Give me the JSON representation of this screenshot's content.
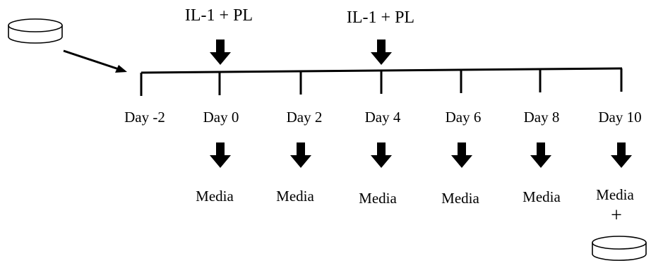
{
  "treatment": {
    "label": "IL-1 + PL",
    "days": [
      "Day 0",
      "Day 4"
    ]
  },
  "timeline": {
    "days": [
      "Day -2",
      "Day 0",
      "Day 2",
      "Day 4",
      "Day 6",
      "Day 8",
      "Day 10"
    ]
  },
  "media": {
    "label": "Media",
    "days": [
      "Day 0",
      "Day 2",
      "Day 4",
      "Day 6",
      "Day 8",
      "Day 10"
    ],
    "final_symbol": "+"
  },
  "icons": {
    "start": "culture-dish-icon",
    "end": "culture-dish-icon",
    "arrow": "down-arrow-icon"
  },
  "colors": {
    "line": "#000000",
    "dish_fill": "#ffffff"
  }
}
